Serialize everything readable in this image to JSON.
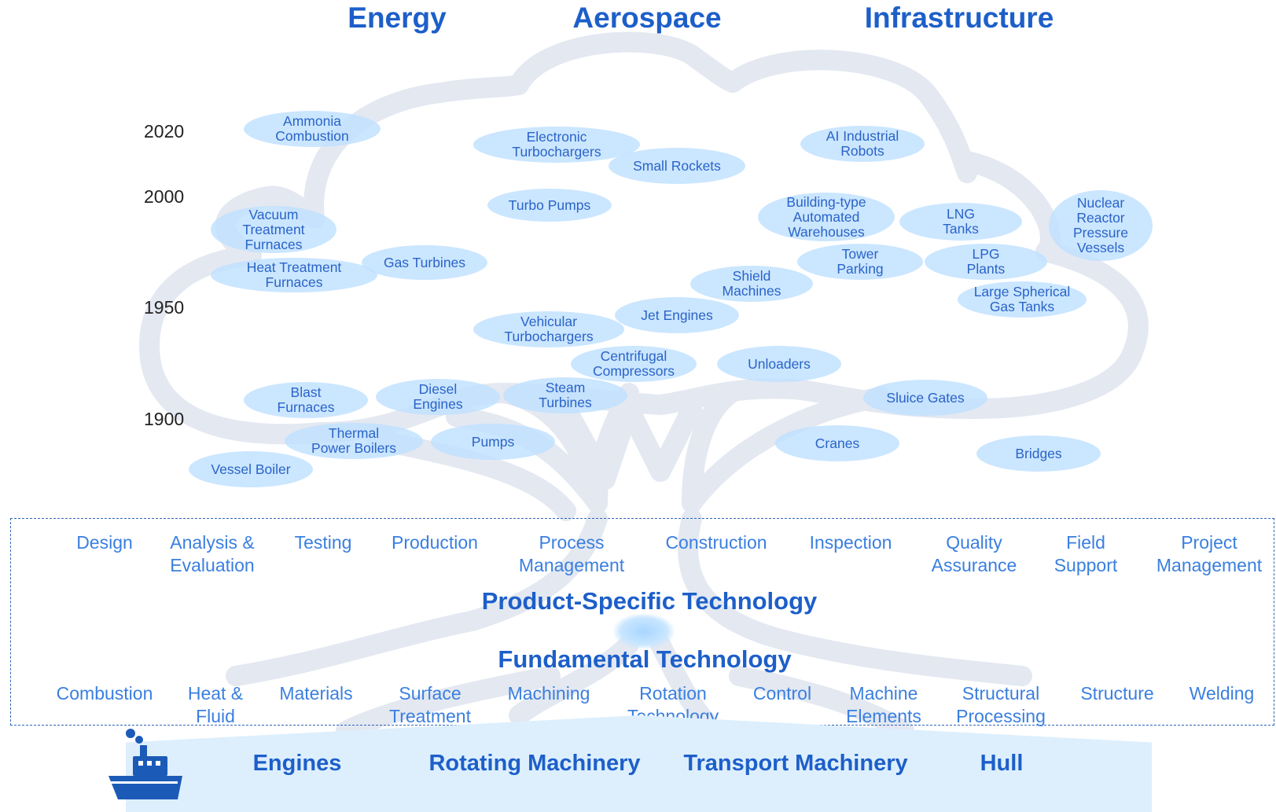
{
  "categories": [
    "Energy",
    "Aerospace",
    "Infrastructure"
  ],
  "years": [
    "2020",
    "2000",
    "1950",
    "1900"
  ],
  "products": [
    "Ammonia\nCombustion",
    "Electronic\nTurbochargers",
    "Small Rockets",
    "AI Industrial\nRobots",
    "Turbo Pumps",
    "Vacuum\nTreatment\nFurnaces",
    "Building-type\nAutomated\nWarehouses",
    "LNG\nTanks",
    "Nuclear\nReactor\nPressure\nVessels",
    "Heat Treatment\nFurnaces",
    "Gas Turbines",
    "Tower\nParking",
    "LPG\nPlants",
    "Shield\nMachines",
    "Large Spherical\nGas Tanks",
    "Jet Engines",
    "Vehicular\nTurbochargers",
    "Centrifugal\nCompressors",
    "Unloaders",
    "Blast\nFurnaces",
    "Diesel\nEngines",
    "Steam\nTurbines",
    "Sluice Gates",
    "Thermal\nPower Boilers",
    "Pumps",
    "Cranes",
    "Bridges",
    "Vessel Boiler"
  ],
  "product_specific": [
    "Design",
    "Analysis &\nEvaluation",
    "Testing",
    "Production",
    "Process\nManagement",
    "Construction",
    "Inspection",
    "Quality\nAssurance",
    "Field\nSupport",
    "Project\nManagement"
  ],
  "headings": {
    "product_specific": "Product-Specific Technology",
    "fundamental": "Fundamental Technology"
  },
  "fundamental": [
    "Combustion",
    "Heat &\nFluid",
    "Materials",
    "Surface\nTreatment",
    "Machining",
    "Rotation\nTechnology",
    "Control",
    "Machine\nElements",
    "Structural\nProcessing",
    "Structure",
    "Welding"
  ],
  "base": [
    "Engines",
    "Rotating Machinery",
    "Transport Machinery",
    "Hull"
  ],
  "icons": {
    "base": "ship-icon"
  },
  "colors": {
    "accent": "#1d5fc9",
    "bubble": "#bfe0ff",
    "tree": "#e3e8f1"
  }
}
